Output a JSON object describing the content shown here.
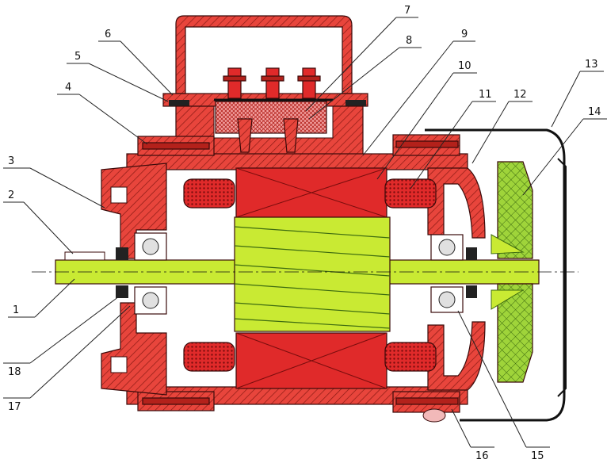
{
  "colors": {
    "housing": "#e8453c",
    "housing_dark": "#b3211b",
    "rotor": "#c9ea33",
    "winding": "#e02a2a",
    "fan": "#9fd43a",
    "outline": "#3a0a0a",
    "background": "#ffffff"
  },
  "callouts": [
    {
      "id": "1",
      "text": "1"
    },
    {
      "id": "2",
      "text": "2"
    },
    {
      "id": "3",
      "text": "3"
    },
    {
      "id": "4",
      "text": "4"
    },
    {
      "id": "5",
      "text": "5"
    },
    {
      "id": "6",
      "text": "6"
    },
    {
      "id": "7",
      "text": "7"
    },
    {
      "id": "8",
      "text": "8"
    },
    {
      "id": "9",
      "text": "9"
    },
    {
      "id": "10",
      "text": "10"
    },
    {
      "id": "11",
      "text": "11"
    },
    {
      "id": "12",
      "text": "12"
    },
    {
      "id": "13",
      "text": "13"
    },
    {
      "id": "14",
      "text": "14"
    },
    {
      "id": "15",
      "text": "15"
    },
    {
      "id": "16",
      "text": "16"
    },
    {
      "id": "17",
      "text": "17"
    },
    {
      "id": "18",
      "text": "18"
    }
  ]
}
